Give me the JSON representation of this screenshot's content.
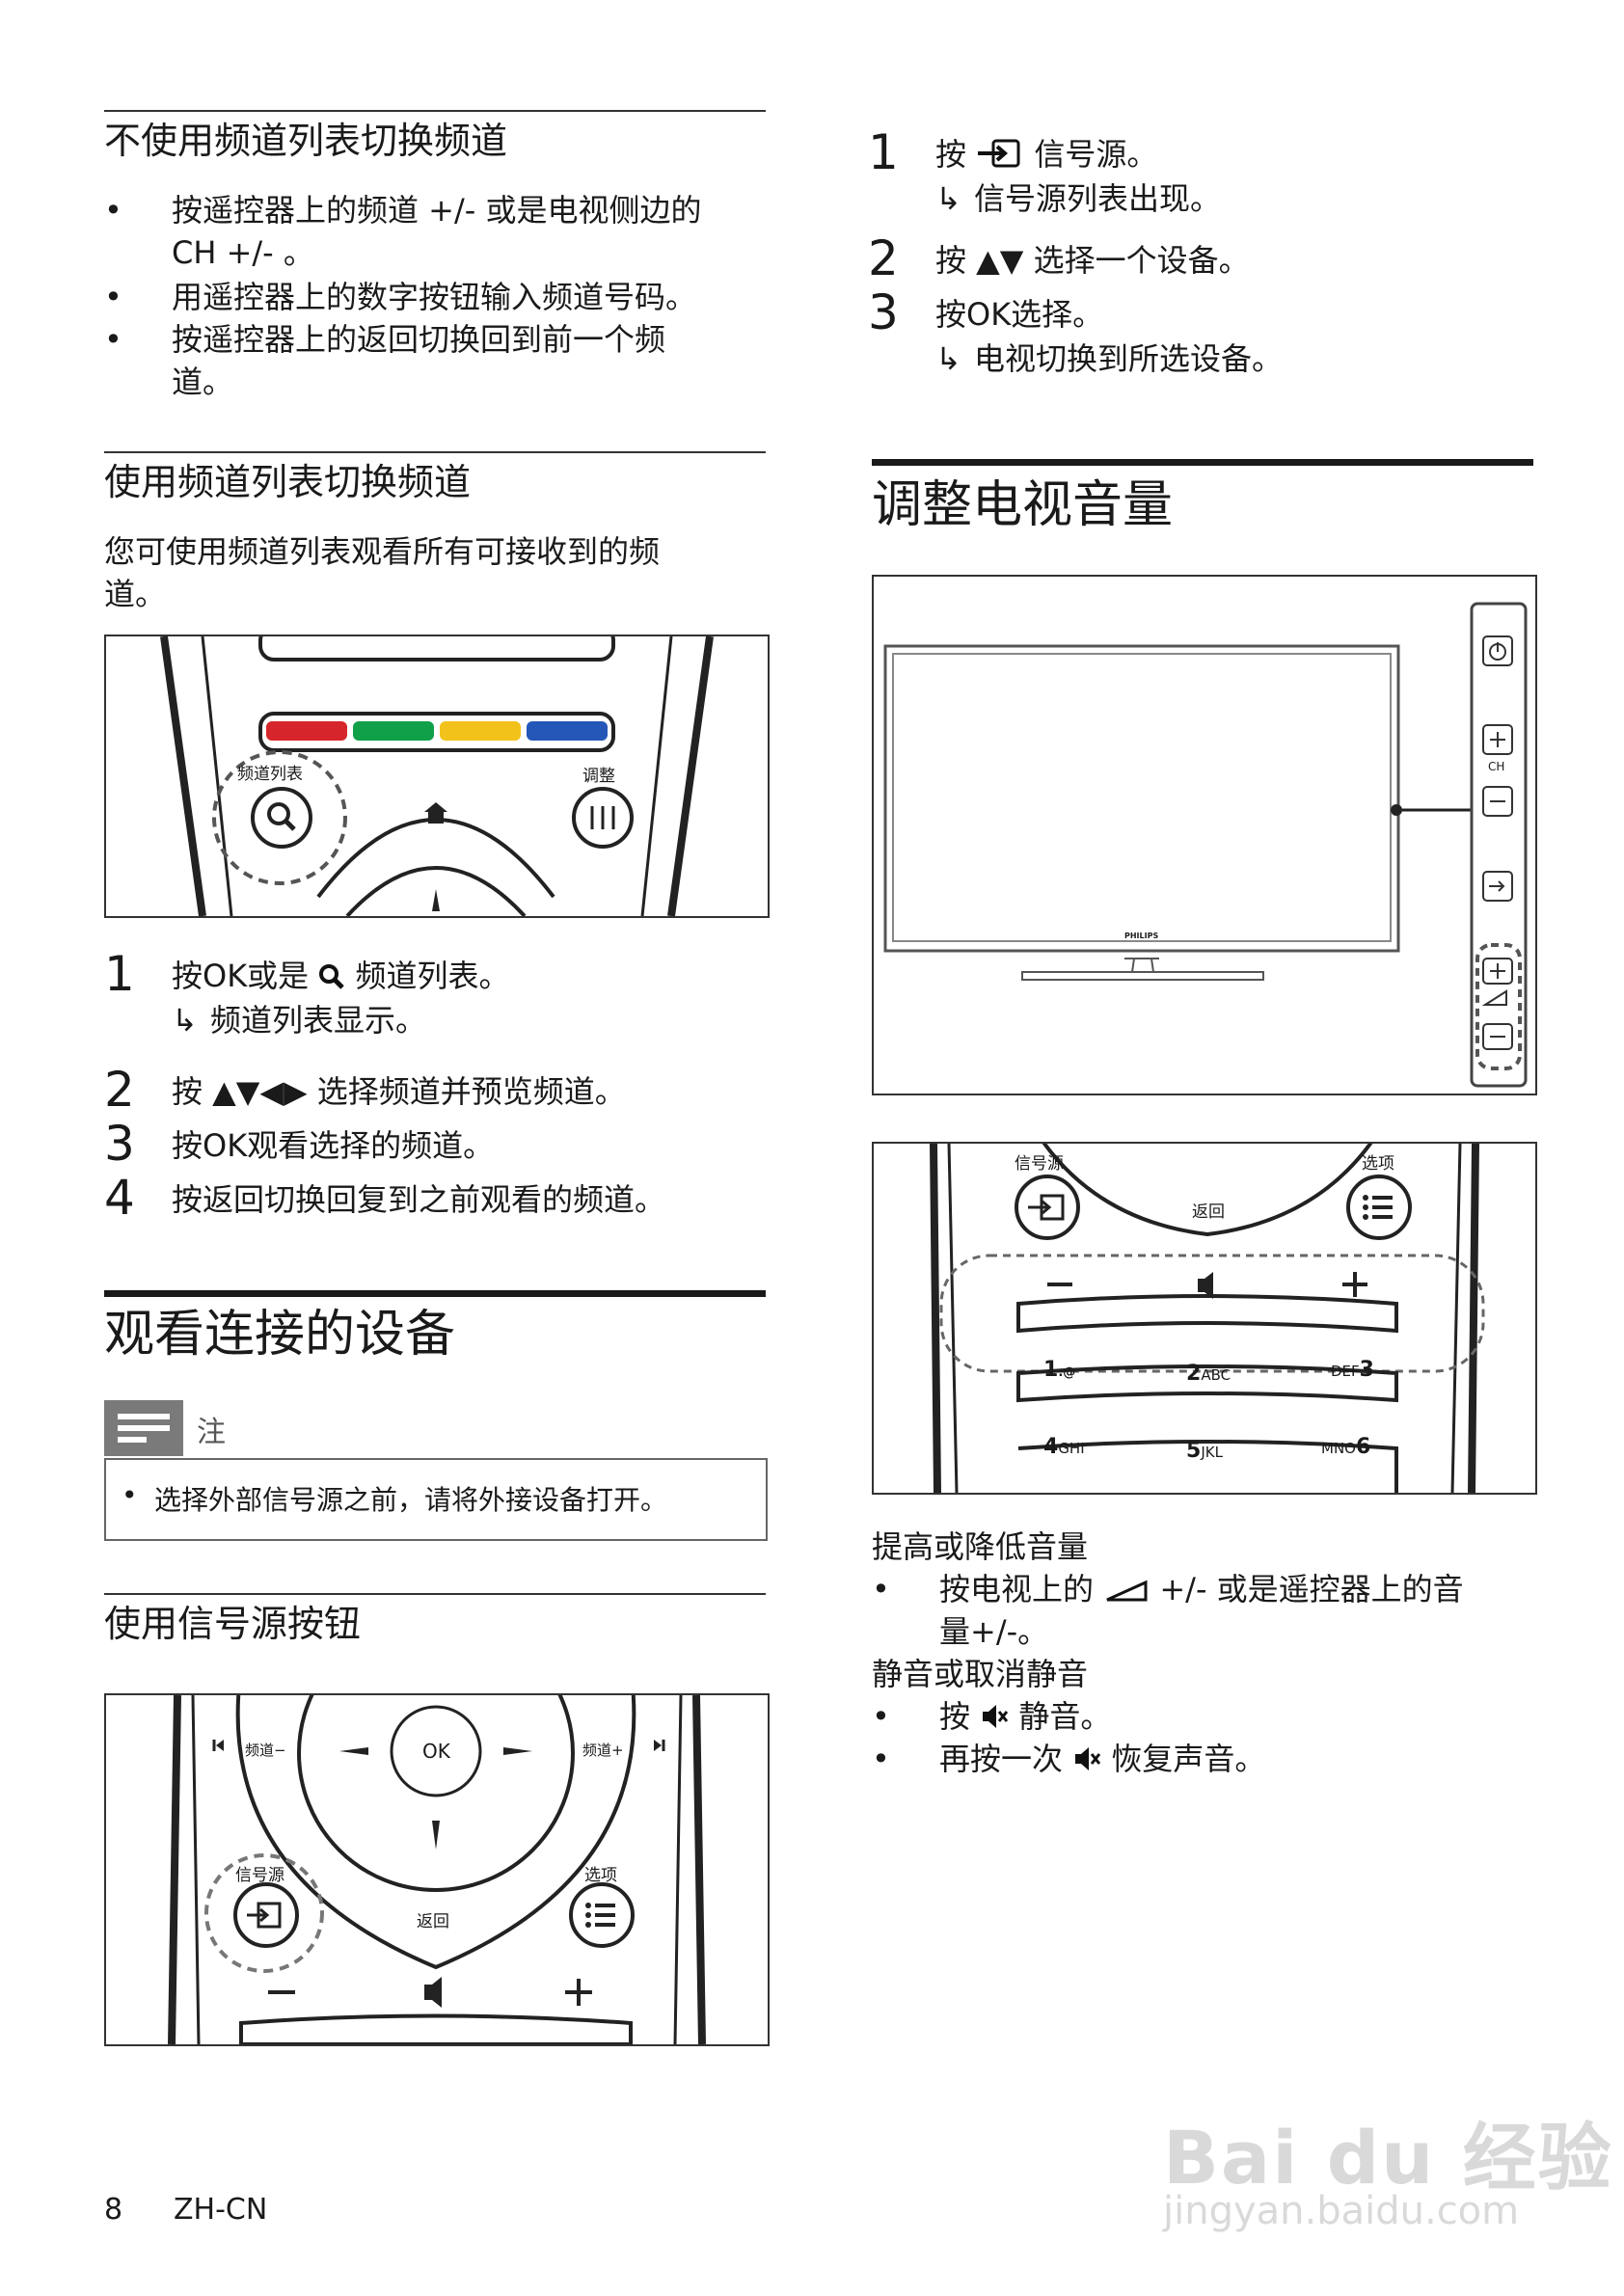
{
  "left": {
    "sec1": {
      "title": "不使用频道列表切换频道",
      "bullets": [
        "按遥控器上的频道 +/- 或是电视侧边的",
        "CH +/- 。",
        "用遥控器上的数字按钮输入频道号码。",
        "按遥控器上的返回切换回到前一个频",
        "道。"
      ]
    },
    "sec2": {
      "title": "使用频道列表切换频道",
      "intro_1": "您可使用频道列表观看所有可接收到的频",
      "intro_2": "道。",
      "fig_label_list": "频道列表",
      "fig_label_adjust": "调整",
      "steps": [
        {
          "num": "1",
          "text_a": "按OK或是",
          "text_b": "频道列表。",
          "result": "频道列表显示。"
        },
        {
          "num": "2",
          "text": "按 ▲▼◀▶ 选择频道并预览频道。"
        },
        {
          "num": "3",
          "text": "按OK观看选择的频道。"
        },
        {
          "num": "4",
          "text": "按返回切换回复到之前观看的频道。"
        }
      ]
    },
    "sec3": {
      "title": "观看连接的设备",
      "note_label": "注",
      "note_text": "选择外部信号源之前，请将外接设备打开。"
    },
    "sec4": {
      "title": "使用信号源按钮",
      "fig_labels": {
        "ch_minus": "频道−",
        "ok": "OK",
        "ch_plus": "频道+",
        "source": "信号源",
        "options": "选项",
        "back": "返回"
      }
    }
  },
  "right": {
    "source_steps": [
      {
        "num": "1",
        "text_a": "按",
        "text_b": "信号源。",
        "result": "信号源列表出现。"
      },
      {
        "num": "2",
        "text": "按 ▲▼ 选择一个设备。"
      },
      {
        "num": "3",
        "text": "按OK选择。",
        "result": "电视切换到所选设备。"
      }
    ],
    "vol": {
      "title": "调整电视音量",
      "tv_brand": "PHILIPS",
      "side_ch_label": "CH",
      "fig2_labels": {
        "source": "信号源",
        "options": "选项",
        "back": "返回",
        "k1": "1",
        "k1s": ".@",
        "k2": "2",
        "k2s": "ABC",
        "k3": "3",
        "k3s": "DEF",
        "k4": "4",
        "k4s": "GHI",
        "k5": "5",
        "k5s": "JKL",
        "k6": "6",
        "k6s": "MNO"
      },
      "sub1": "提高或降低音量",
      "b1_a": "按电视上的",
      "b1_b": "+/- 或是遥控器上的音",
      "b1_c": "量+/-。",
      "sub2": "静音或取消静音",
      "b2_a": "按",
      "b2_b": "静音。",
      "b3_a": "再按一次",
      "b3_b": "恢复声音。"
    }
  },
  "footer": {
    "page": "8",
    "lang": "ZH-CN"
  },
  "watermark": {
    "brand": "Bai du 经验",
    "url": "jingyan.baidu.com"
  }
}
